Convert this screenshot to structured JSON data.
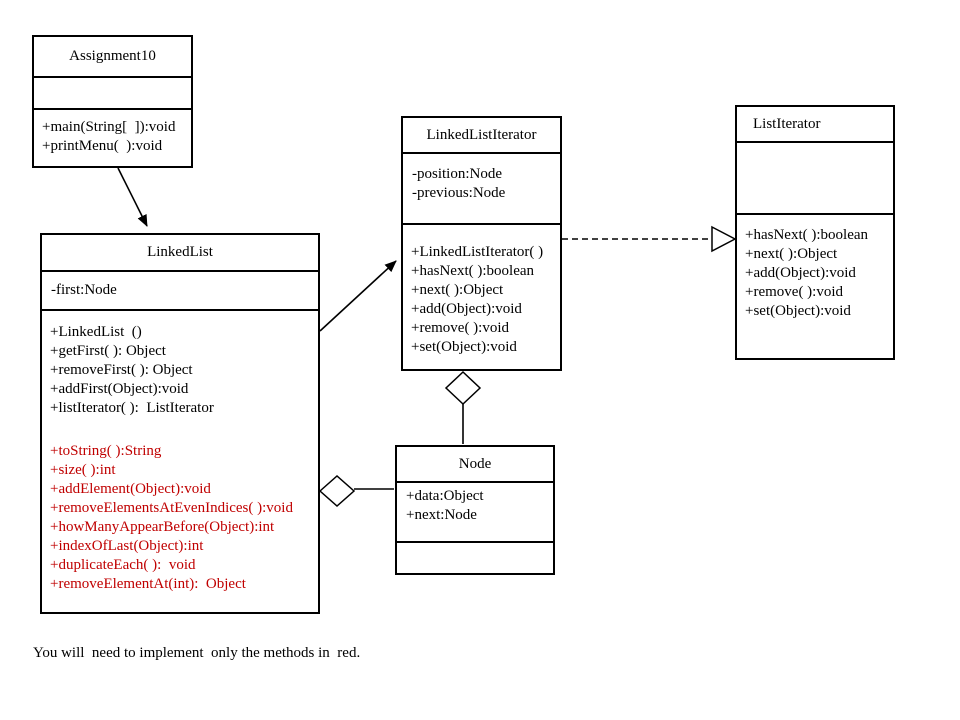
{
  "diagram": {
    "kind": "uml-class-diagram",
    "note": "You will  need to implement  only the methods in  red.",
    "colors": {
      "red_method": "#c00000",
      "line": "#000000",
      "background": "#ffffff"
    },
    "classes": {
      "assignment10": {
        "title": "Assignment10",
        "attributes": [],
        "methods": [
          "+main(String[  ]):void",
          "+printMenu(  ):void"
        ]
      },
      "linkedlist": {
        "title": "LinkedList",
        "attributes": [
          "-first:Node"
        ],
        "methods": [
          "+LinkedList  ()",
          "+getFirst( ): Object",
          "+removeFirst( ): Object",
          "+addFirst(Object):void",
          "+listIterator( ):  ListIterator"
        ],
        "red_methods": [
          "+toString( ):String",
          "+size( ):int",
          "+addElement(Object):void",
          "+removeElementsAtEvenIndices( ):void",
          "+howManyAppearBefore(Object):int",
          "+indexOfLast(Object):int",
          "+duplicateEach( ):  void",
          "+removeElementAt(int):  Object"
        ]
      },
      "linkedlistiterator": {
        "title": "LinkedListIterator",
        "attributes": [
          "-position:Node",
          "-previous:Node"
        ],
        "methods": [
          "+LinkedListIterator( )",
          "+hasNext( ):boolean",
          "+next( ):Object",
          "+add(Object):void",
          "+remove( ):void",
          "+set(Object):void"
        ]
      },
      "listiterator": {
        "title": "ListIterator",
        "attributes": [],
        "methods": [
          "+hasNext( ):boolean",
          "+next( ):Object",
          "+add(Object):void",
          "+remove( ):void",
          "+set(Object):void"
        ]
      },
      "node": {
        "title": "Node",
        "attributes": [
          "+data:Object",
          "+next:Node"
        ],
        "methods": []
      }
    },
    "relationships": [
      {
        "from": "Assignment10",
        "to": "LinkedList",
        "type": "directed association (filled arrow)"
      },
      {
        "from": "LinkedList",
        "to": "LinkedListIterator",
        "type": "directed association (filled arrow)"
      },
      {
        "from": "LinkedListIterator",
        "to": "ListIterator",
        "type": "realization (dashed line, hollow triangle)"
      },
      {
        "from": "LinkedListIterator",
        "to": "Node",
        "type": "aggregation (hollow diamond at LinkedListIterator)"
      },
      {
        "from": "LinkedList",
        "to": "Node",
        "type": "aggregation (hollow diamond at LinkedList)"
      }
    ]
  }
}
